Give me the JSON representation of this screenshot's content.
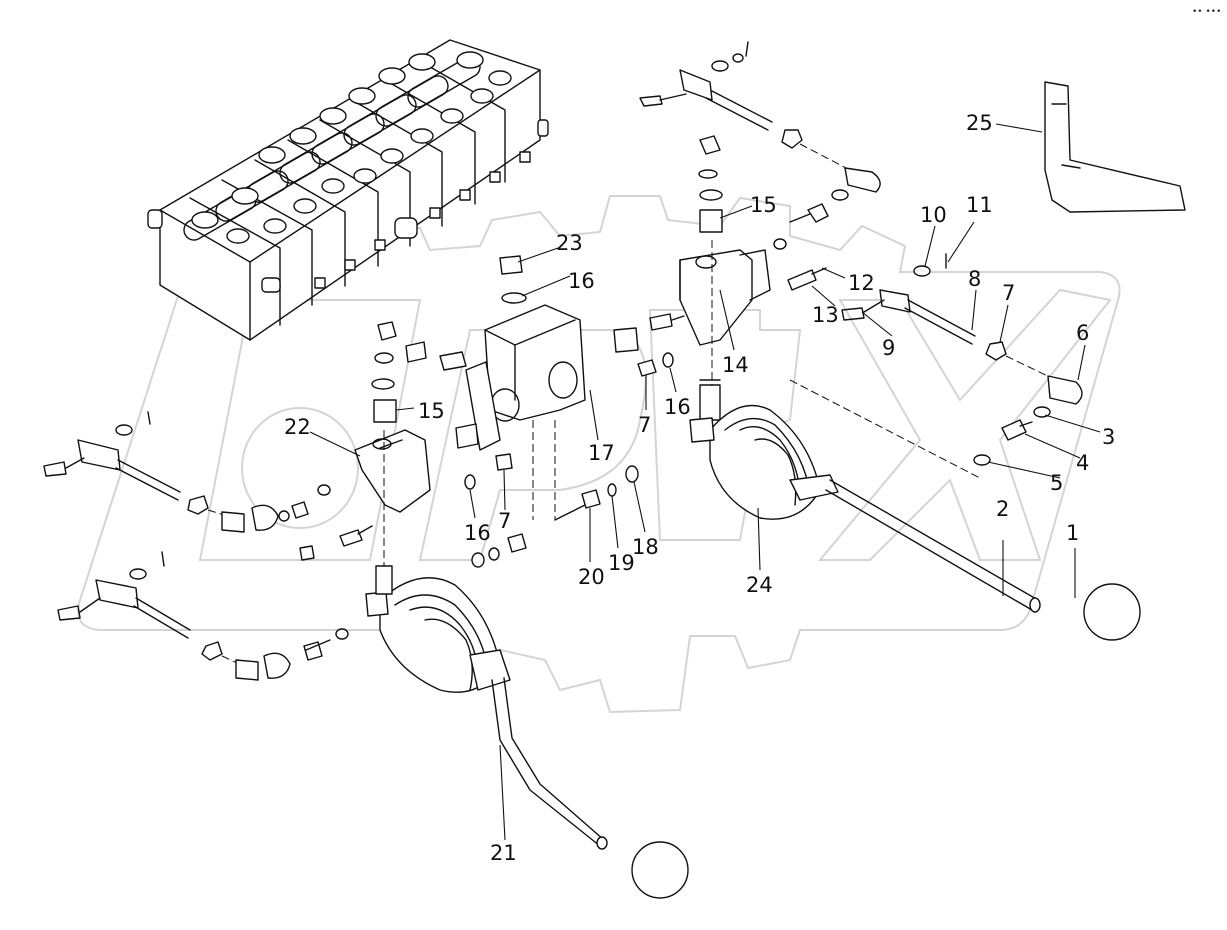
{
  "figure": {
    "callouts": [
      {
        "id": "c1",
        "text": "1"
      },
      {
        "id": "c2",
        "text": "2"
      },
      {
        "id": "c3",
        "text": "3"
      },
      {
        "id": "c4",
        "text": "4"
      },
      {
        "id": "c5",
        "text": "5"
      },
      {
        "id": "c6",
        "text": "6"
      },
      {
        "id": "c7a",
        "text": "7"
      },
      {
        "id": "c7b",
        "text": "7"
      },
      {
        "id": "c7c",
        "text": "7"
      },
      {
        "id": "c8",
        "text": "8"
      },
      {
        "id": "c9",
        "text": "9"
      },
      {
        "id": "c10",
        "text": "10"
      },
      {
        "id": "c11",
        "text": "11"
      },
      {
        "id": "c12",
        "text": "12"
      },
      {
        "id": "c13",
        "text": "13"
      },
      {
        "id": "c14",
        "text": "14"
      },
      {
        "id": "c15a",
        "text": "15"
      },
      {
        "id": "c15b",
        "text": "15"
      },
      {
        "id": "c16a",
        "text": "16"
      },
      {
        "id": "c16b",
        "text": "16"
      },
      {
        "id": "c16c",
        "text": "16"
      },
      {
        "id": "c17",
        "text": "17"
      },
      {
        "id": "c18",
        "text": "18"
      },
      {
        "id": "c19",
        "text": "19"
      },
      {
        "id": "c20",
        "text": "20"
      },
      {
        "id": "c21",
        "text": "21"
      },
      {
        "id": "c22",
        "text": "22"
      },
      {
        "id": "c23",
        "text": "23"
      },
      {
        "id": "c24",
        "text": "24"
      },
      {
        "id": "c25",
        "text": "25"
      }
    ],
    "corner_mark": "•• •••"
  }
}
